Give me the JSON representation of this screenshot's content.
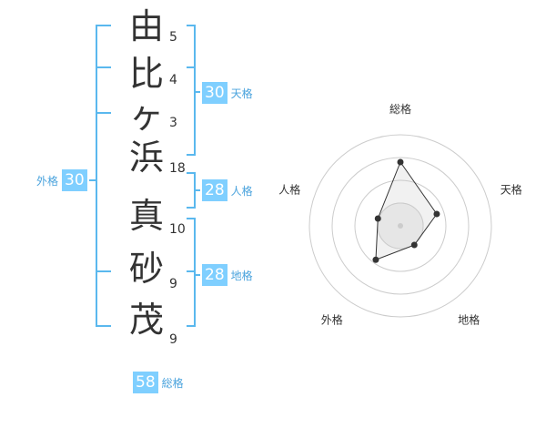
{
  "name_chars": [
    {
      "char": "由",
      "strokes": "5"
    },
    {
      "char": "比",
      "strokes": "4"
    },
    {
      "char": "ヶ",
      "strokes": "3"
    },
    {
      "char": "浜",
      "strokes": "18"
    },
    {
      "char": "真",
      "strokes": "10"
    },
    {
      "char": "砂",
      "strokes": "9"
    },
    {
      "char": "茂",
      "strokes": "9"
    }
  ],
  "grids": {
    "tenkaku": {
      "value": "30",
      "label": "天格"
    },
    "jinkaku": {
      "value": "28",
      "label": "人格"
    },
    "chikaku": {
      "value": "28",
      "label": "地格"
    },
    "gaikaku": {
      "value": "30",
      "label": "外格"
    },
    "soukaku": {
      "value": "58",
      "label": "総格"
    }
  },
  "colors": {
    "accent": "#7fcfff",
    "label": "#4aa3dd",
    "bracket": "#5ab8ee"
  },
  "chart_data": {
    "type": "radar",
    "axes": [
      "総格",
      "天格",
      "地格",
      "外格",
      "人格"
    ],
    "values": [
      3.5,
      2.1,
      1.3,
      2.3,
      1.3
    ],
    "max": 5,
    "rings": 4
  }
}
